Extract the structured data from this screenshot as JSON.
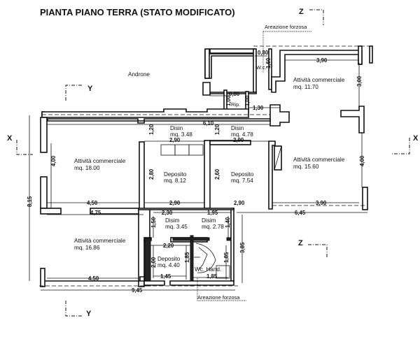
{
  "title": "PIANTA PIANO TERRA (STATO MODIFICATO)",
  "section_markers": {
    "z_top": "Z",
    "z_bottom": "Z",
    "y_top": "Y",
    "y_bottom": "Y",
    "x_left": "X",
    "x_right": "X"
  },
  "notes": {
    "areazione_top": "Areazione forzosa",
    "areazione_bottom": "Areazione forzosa",
    "androne": "Androne"
  },
  "rooms": {
    "wc": {
      "name": "W.c."
    },
    "rip": {
      "name": "Rip."
    },
    "commercial_ne": {
      "name": "Attività commerciale",
      "area": "mq. 11.70"
    },
    "commercial_w": {
      "name": "Attività commerciale",
      "area": "mq. 18.00"
    },
    "commercial_e": {
      "name": "Attività commerciale",
      "area": "mq. 15.60"
    },
    "commercial_sw": {
      "name": "Attività commerciale",
      "area": "mq. 16.86"
    },
    "disin_1": {
      "name": "Disin",
      "area": "mq. 3.48"
    },
    "disin_2": {
      "name": "Disin",
      "area": "mq. 4.78"
    },
    "deposito_1": {
      "name": "Deposito",
      "area": "mq. 8.12"
    },
    "deposito_2": {
      "name": "Deposito",
      "area": "mq. 7.54"
    },
    "disim_1": {
      "name": "Disim",
      "area": "mq. 3.45"
    },
    "disim_2": {
      "name": "Disim",
      "area": "mq. 2.78"
    },
    "deposito_3": {
      "name": "Deposito",
      "area": "mq. 4.40"
    },
    "wc_hand": {
      "name": "Wc. Hand."
    }
  },
  "dimensions": {
    "wc_width": "0,80",
    "wc_depth": "1,60",
    "ne_width": "3,90",
    "ne_depth": "3,00",
    "rip_width": "0,80",
    "rip_h1": "1,00",
    "rip_h2": "1,00",
    "rip_to_ne": "1,30",
    "corridor_len": "6,10",
    "disin1_h": "1,20",
    "disin2_h": "1,20",
    "disin1_w": "2,90",
    "disin2_w": "2,90",
    "w_depth": "4,00",
    "dep1_h": "2,80",
    "dep2_h": "2,60",
    "e_depth": "4,00",
    "w_width": "4,50",
    "dep1_w": "2,90",
    "dep2_w": "2,90",
    "e_width": "3,90",
    "total_depth": "8,15",
    "sw_top_width": "4,75",
    "disim1_w": "2,30",
    "disim2_w": "1,95",
    "east_total": "6,45",
    "disim1_h": "1,50",
    "disim2_h": "1,40",
    "dep3_w": "2,20",
    "dep3_h": "2,00",
    "dep3_inner_h": "1,85",
    "wch_h": "1,85",
    "dep3_bottom": "1,45",
    "wch_w": "1,85",
    "south_block_h": "3,85",
    "sw_width": "4,50",
    "total_width": "9,45"
  },
  "colors": {
    "ink": "#111111",
    "paper": "#ffffff"
  }
}
